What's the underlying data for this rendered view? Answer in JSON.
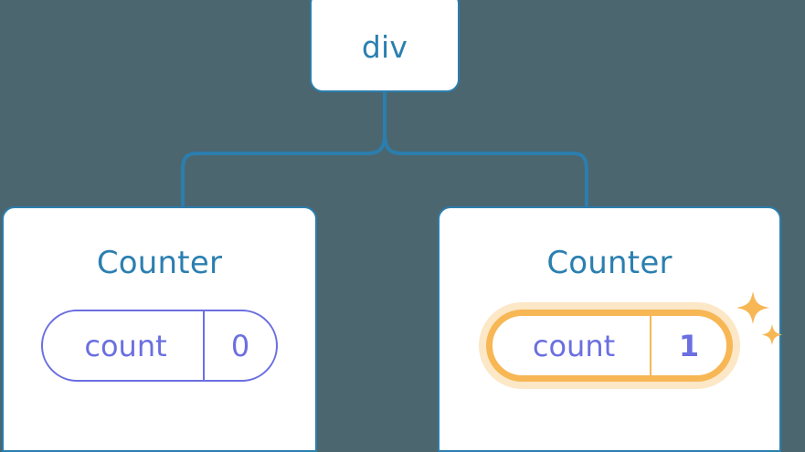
{
  "diagram": {
    "title": "React component tree with highlighted state",
    "background_color": "#4c6670",
    "node_border_color": "#2b7ead",
    "label_color": "#2b7fb0",
    "pill_color": "#6b6fe0",
    "highlight_color": "#f7b755",
    "highlight_glow_color": "#fbdcab"
  },
  "root": {
    "label": "div"
  },
  "children": [
    {
      "name": "Counter",
      "state": {
        "key": "count",
        "value": "0",
        "highlighted": false
      }
    },
    {
      "name": "Counter",
      "state": {
        "key": "count",
        "value": "1",
        "highlighted": true
      }
    }
  ],
  "icons": {
    "sparkle_large": "sparkle-icon",
    "sparkle_small": "sparkle-icon"
  }
}
